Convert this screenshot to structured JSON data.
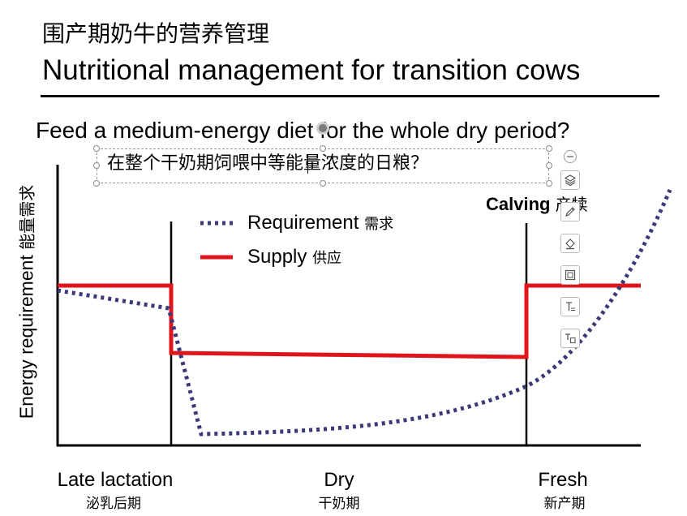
{
  "slide": {
    "title_zh": "围产期奶牛的营养管理",
    "title_en": "Nutritional management for transition cows",
    "question_en": "Feed a medium-energy diet for the whole dry period?",
    "question_zh": "在整个干奶期饲喂中等能量浓度的日粮？"
  },
  "axis": {
    "y_label_en": "Energy requirement ",
    "y_label_zh": "能量需求"
  },
  "legend": {
    "requirement_en": "Requirement ",
    "requirement_zh": "需求",
    "supply_en": "Supply ",
    "supply_zh": "供应"
  },
  "annotation": {
    "calving_en": "Calving ",
    "calving_zh": "产犊"
  },
  "phases": [
    {
      "en": "Late lactation",
      "zh": "泌乳后期"
    },
    {
      "en": "Dry",
      "zh": "干奶期"
    },
    {
      "en": "Fresh",
      "zh": "新产期"
    }
  ],
  "colors": {
    "requirement": "#3b3a78",
    "supply": "#e0151b",
    "axis": "#000000"
  },
  "toolbar": {
    "items": [
      {
        "icon": "layers-icon"
      },
      {
        "icon": "pencil-icon"
      },
      {
        "icon": "fill-icon"
      },
      {
        "icon": "border-icon"
      },
      {
        "icon": "text-font-icon"
      },
      {
        "icon": "text-box-icon"
      }
    ]
  },
  "chart_data": {
    "type": "line",
    "categories": [
      "Late lactation",
      "Dry",
      "Fresh"
    ],
    "series": [
      {
        "name": "Requirement 需求",
        "style": "dotted"
      },
      {
        "name": "Supply 供应",
        "style": "solid"
      }
    ],
    "xlabel": "",
    "ylabel": "Energy requirement 能量需求",
    "annotations": [
      "Calving 产犊"
    ],
    "grid": false,
    "legend_position": "top-center"
  }
}
